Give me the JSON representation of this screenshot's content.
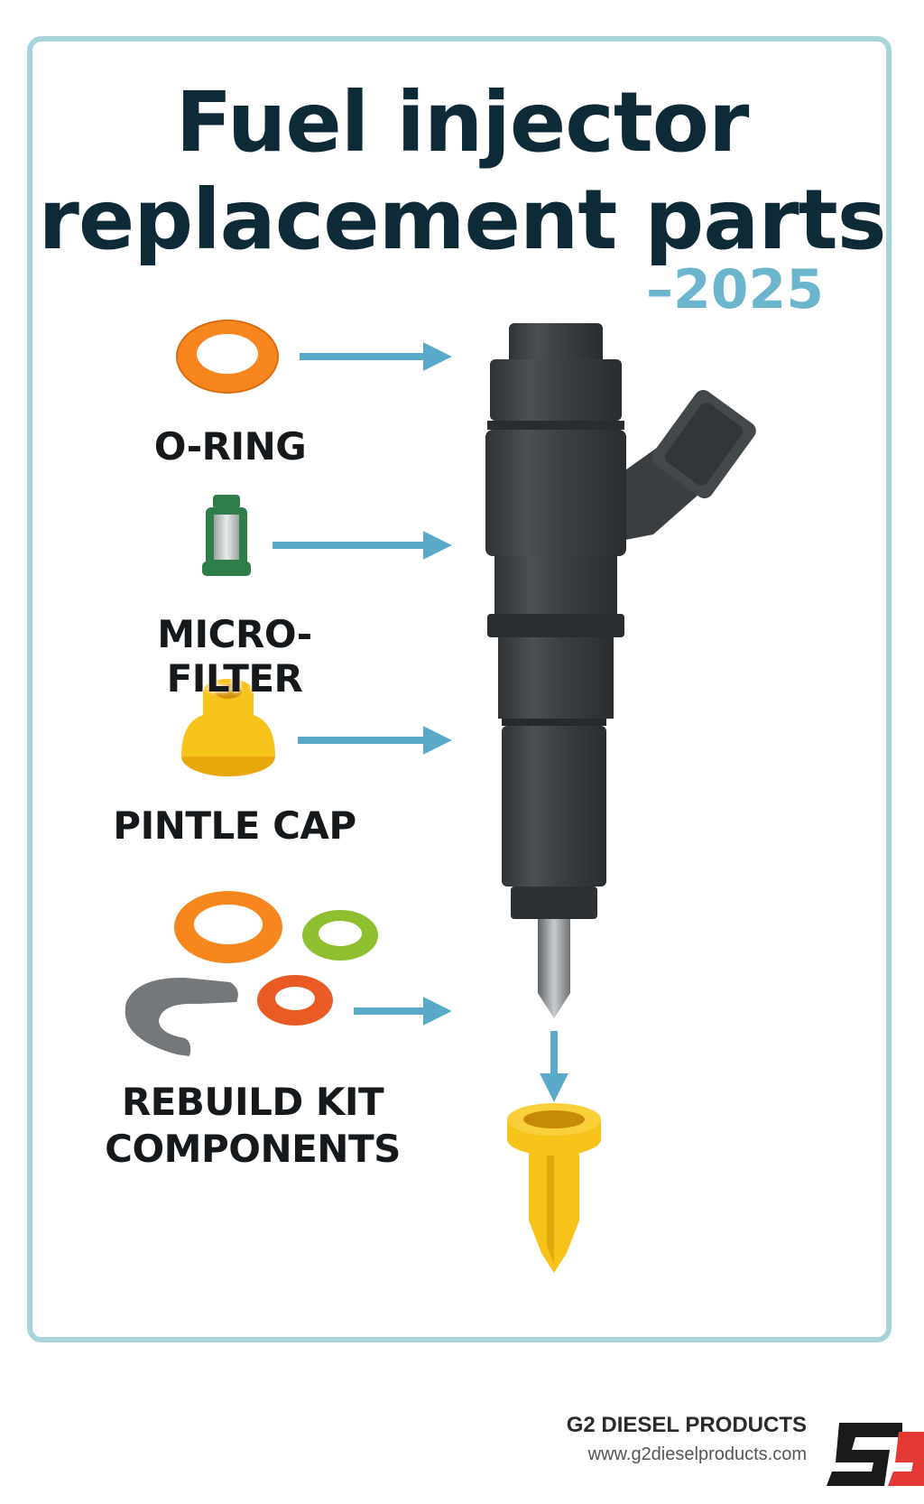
{
  "title": {
    "line1": "Fuel injector",
    "line2": "replacement parts",
    "year": "–2025"
  },
  "parts": [
    {
      "label": "O-RING",
      "icon": "o-ring-icon",
      "color": "#f7861f"
    },
    {
      "label": "MICRO-FILTER",
      "icon": "micro-filter-icon",
      "color": "#2f7d4a"
    },
    {
      "label": "PINTLE CAP",
      "icon": "pintle-cap-icon",
      "color": "#f7c21a"
    },
    {
      "label_line1": "REBUILD KIT",
      "label_line2": "COMPONENTS",
      "icon": "rebuild-kit-icon"
    }
  ],
  "footer": {
    "brand": "G2 DIESEL PRODUCTS",
    "url": "www.g2dieselproducts.com"
  },
  "colors": {
    "frame": "#a9d3db",
    "arrow": "#5aa9c9",
    "injector": "#3f4446",
    "title": "#0f2a37",
    "accent": "#6cb6cd",
    "logo_red": "#e53935"
  }
}
